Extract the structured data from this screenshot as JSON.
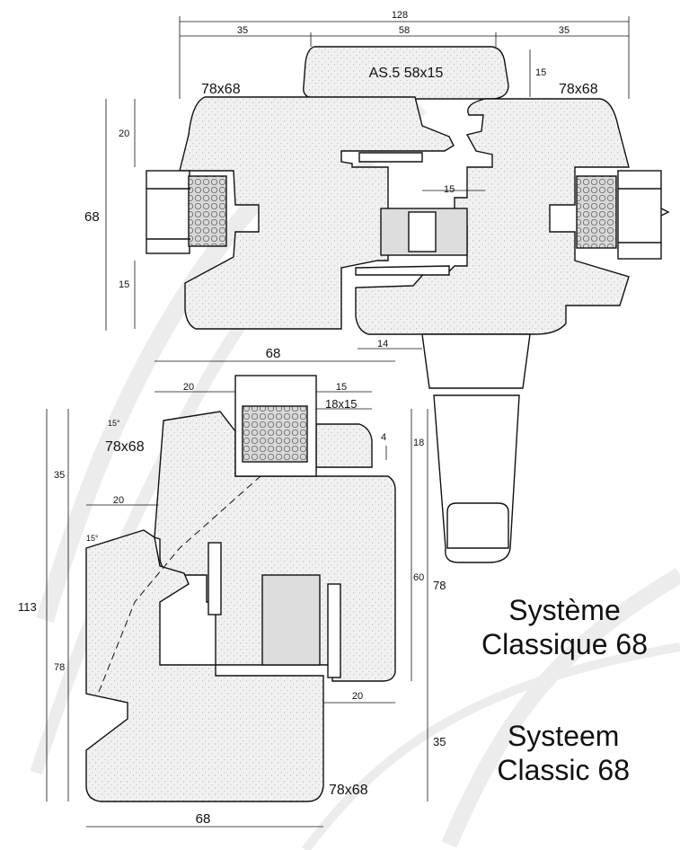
{
  "top_section": {
    "profile_label": "AS.5  58x15",
    "left_label": "78x68",
    "right_label": "78x68",
    "dim_total": "128",
    "dim_left": "35",
    "dim_mid": "58",
    "dim_right": "35",
    "dim_15_top": "15",
    "dim_20": "20",
    "dim_68": "68",
    "dim_15_bottom": "15",
    "dim_15_center": "15",
    "dim_14": "14"
  },
  "side_section": {
    "dim_68_top": "68",
    "dim_20_top": "20",
    "dim_15_top": "15",
    "bead_label": "18x15",
    "label_78x68_upper": "78x68",
    "angle_upper": "15°",
    "angle_lower": "15°",
    "dim_4": "4",
    "dim_18": "18",
    "dim_35_left": "35",
    "dim_20_left": "20",
    "dim_113": "113",
    "dim_78_left": "78",
    "dim_60": "60",
    "dim_78_right": "78",
    "dim_20_bottom": "20",
    "dim_35_right": "35",
    "label_78x68_lower": "78x68",
    "dim_68_bottom": "68"
  },
  "captions": {
    "fr_line1": "Système",
    "fr_line2": "Classique 68",
    "nl_line1": "Systeem",
    "nl_line2": "Classic 68"
  },
  "colors": {
    "stroke": "#111111",
    "wood_fill": "#f1f1f1",
    "background": "#ffffff"
  }
}
